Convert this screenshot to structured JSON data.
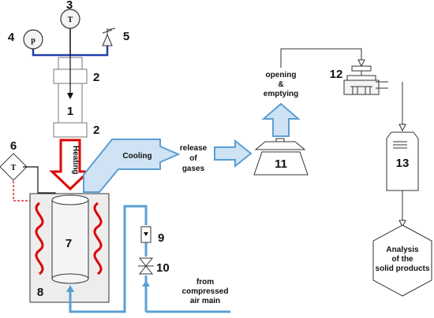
{
  "numbers": {
    "n1": "1",
    "n2a": "2",
    "n2b": "2",
    "n3": "3",
    "n4": "4",
    "n5": "5",
    "n6": "6",
    "n7": "7",
    "n8": "8",
    "n9": "9",
    "n10": "10",
    "n11": "11",
    "n12": "12",
    "n13": "13"
  },
  "gauges": {
    "pressure": "p",
    "temperature": "T",
    "sensor": "T"
  },
  "arrows": {
    "heating": "Heating",
    "cooling": "Cooling"
  },
  "labels": {
    "release": [
      "release",
      "of",
      "gases"
    ],
    "opening": [
      "opening",
      "&",
      "emptying"
    ],
    "compressed": [
      "from",
      "compressed",
      "air main"
    ],
    "analysis": [
      "Analysis",
      "of the",
      "solid products"
    ]
  },
  "colors": {
    "heat": "#e00000",
    "pipe": "#5a9fd4",
    "arrow_fill": "#cfe3f5",
    "arrow_stroke": "#5a9fd4",
    "manifold": "#1f3fa8"
  }
}
